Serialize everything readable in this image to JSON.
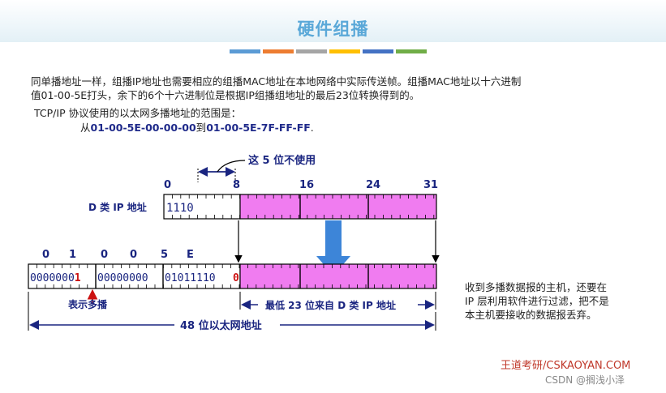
{
  "slide": {
    "title": "硬件组播",
    "stripe_colors": [
      "#5b9bd5",
      "#ed7d31",
      "#a5a5a5",
      "#ffc000",
      "#4472c4",
      "#70ad47"
    ]
  },
  "text": {
    "para_line1": "同单播地址一样，组播IP地址也需要相应的组播MAC地址在本地网络中实际传送帧。组播MAC地址以十六进制",
    "para_line2": "值01-00-5E打头，余下的6个十六进制位是根据IP组播组地址的最后23位转换得到的。",
    "range_label": "TCP/IP 协议使用的以太网多播地址的范围是：",
    "range_from_prefix": "从",
    "range_start": "01-00-5E-00-00-00",
    "range_to": "到",
    "range_end": "01-00-5E-7F-FF-FF",
    "range_suffix": "."
  },
  "diagram": {
    "unused_label": "这 5 位不使用",
    "bit_ticks": [
      "0",
      "8",
      "16",
      "24",
      "31"
    ],
    "ip_label": "D 类 IP 地址",
    "ip_bits": "1110",
    "hex_labels": [
      "0",
      "1",
      "0",
      "0",
      "5",
      "E"
    ],
    "mac_bits_a": "0000000",
    "mac_bit_multicast": "1",
    "mac_bits_b": "00000000",
    "mac_bits_c": "01011110",
    "mac_bit_zero": "0",
    "multicast_label": "表示多播",
    "low23_label": "最低 23 位来自 D 类 IP 地址",
    "mac48_label": "48 位以太网地址",
    "colors": {
      "pink": "#f07cf0",
      "navy": "#1a2580",
      "red": "#cc1111",
      "arrow": "#3d85d8"
    }
  },
  "side_note": {
    "line1": "收到多播数据报的主机，还要在",
    "line2": "IP 层利用软件进行过滤，把不是",
    "line3": "本主机要接收的数据报丢弃。"
  },
  "footer": {
    "brand": "王道考研/CSKAOYAN.COM",
    "watermark": "CSDN @搁浅小泽"
  }
}
